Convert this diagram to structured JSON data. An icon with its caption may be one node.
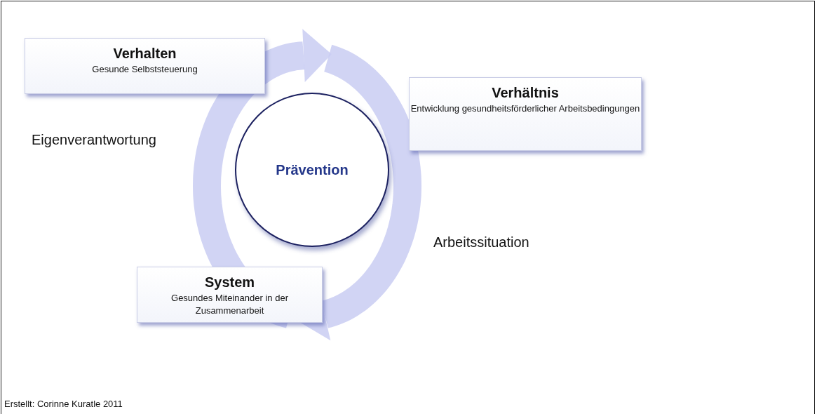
{
  "diagram": {
    "nodes": [
      {
        "text": [
          "Verhalten",
          "Gesunde Selbststeuerung"
        ]
      },
      {
        "text": [
          "Verhältnis",
          "Entwicklung gesundheitsförderlicher Arbeitsbedingungen"
        ]
      },
      {
        "text": [
          "Prävention"
        ]
      },
      {
        "text": [
          "System",
          "Gesundes Miteinander in der Zusammenarbeit"
        ]
      }
    ],
    "edges": [],
    "labels": [
      "Eigenverantwortung",
      "Arbeitssituation",
      "Erstellt: Corinne Kuratle 2011"
    ]
  }
}
